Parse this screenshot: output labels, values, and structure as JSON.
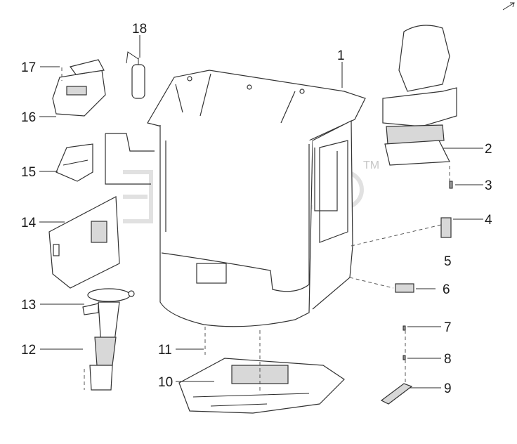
{
  "diagram": {
    "callouts": [
      {
        "id": "1",
        "text": "1"
      },
      {
        "id": "2",
        "text": "2"
      },
      {
        "id": "3",
        "text": "3"
      },
      {
        "id": "4",
        "text": "4"
      },
      {
        "id": "5",
        "text": "5"
      },
      {
        "id": "6",
        "text": "6"
      },
      {
        "id": "7",
        "text": "7"
      },
      {
        "id": "8",
        "text": "8"
      },
      {
        "id": "9",
        "text": "9"
      },
      {
        "id": "10",
        "text": "10"
      },
      {
        "id": "11",
        "text": "11"
      },
      {
        "id": "12",
        "text": "12"
      },
      {
        "id": "13",
        "text": "13"
      },
      {
        "id": "14",
        "text": "14"
      },
      {
        "id": "15",
        "text": "15"
      },
      {
        "id": "16",
        "text": "16"
      },
      {
        "id": "17",
        "text": "17"
      },
      {
        "id": "18",
        "text": "18"
      }
    ],
    "watermark": {
      "mark": "TM"
    }
  },
  "colors": {
    "ink": "#2a2a2a",
    "watermark": "#c8c8c8"
  }
}
